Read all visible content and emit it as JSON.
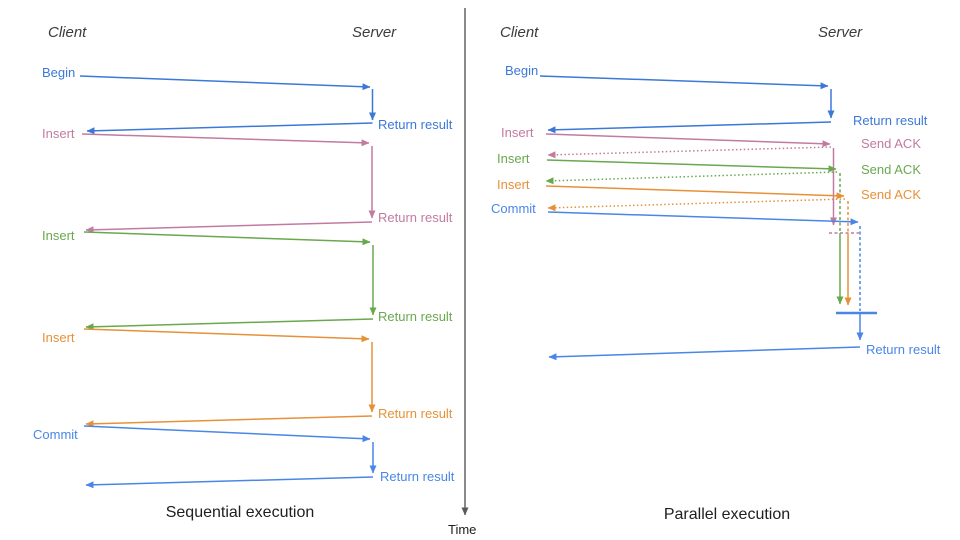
{
  "colors": {
    "begin": "#3c78d8",
    "insert1": "#c27ba0",
    "insert2": "#6aa84f",
    "insert3": "#e69138",
    "commit": "#4a86e8",
    "axis": "#595959",
    "heading": "#3c3c3c",
    "title": "#202020"
  },
  "time_axis": {
    "label": "Time"
  },
  "sequential": {
    "title": "Sequential execution",
    "client_header": "Client",
    "server_header": "Server",
    "messages": [
      {
        "label": "Begin",
        "response": "Return result"
      },
      {
        "label": "Insert",
        "response": "Return result"
      },
      {
        "label": "Insert",
        "response": "Return result"
      },
      {
        "label": "Insert",
        "response": "Return result"
      },
      {
        "label": "Commit",
        "response": "Return result"
      }
    ]
  },
  "parallel": {
    "title": "Parallel execution",
    "client_header": "Client",
    "server_header": "Server",
    "messages": [
      {
        "label": "Begin",
        "response": "Return result"
      },
      {
        "label": "Insert",
        "response": "Send ACK"
      },
      {
        "label": "Insert",
        "response": "Send ACK"
      },
      {
        "label": "Insert",
        "response": "Send ACK"
      },
      {
        "label": "Commit",
        "response": "Return result"
      }
    ]
  }
}
